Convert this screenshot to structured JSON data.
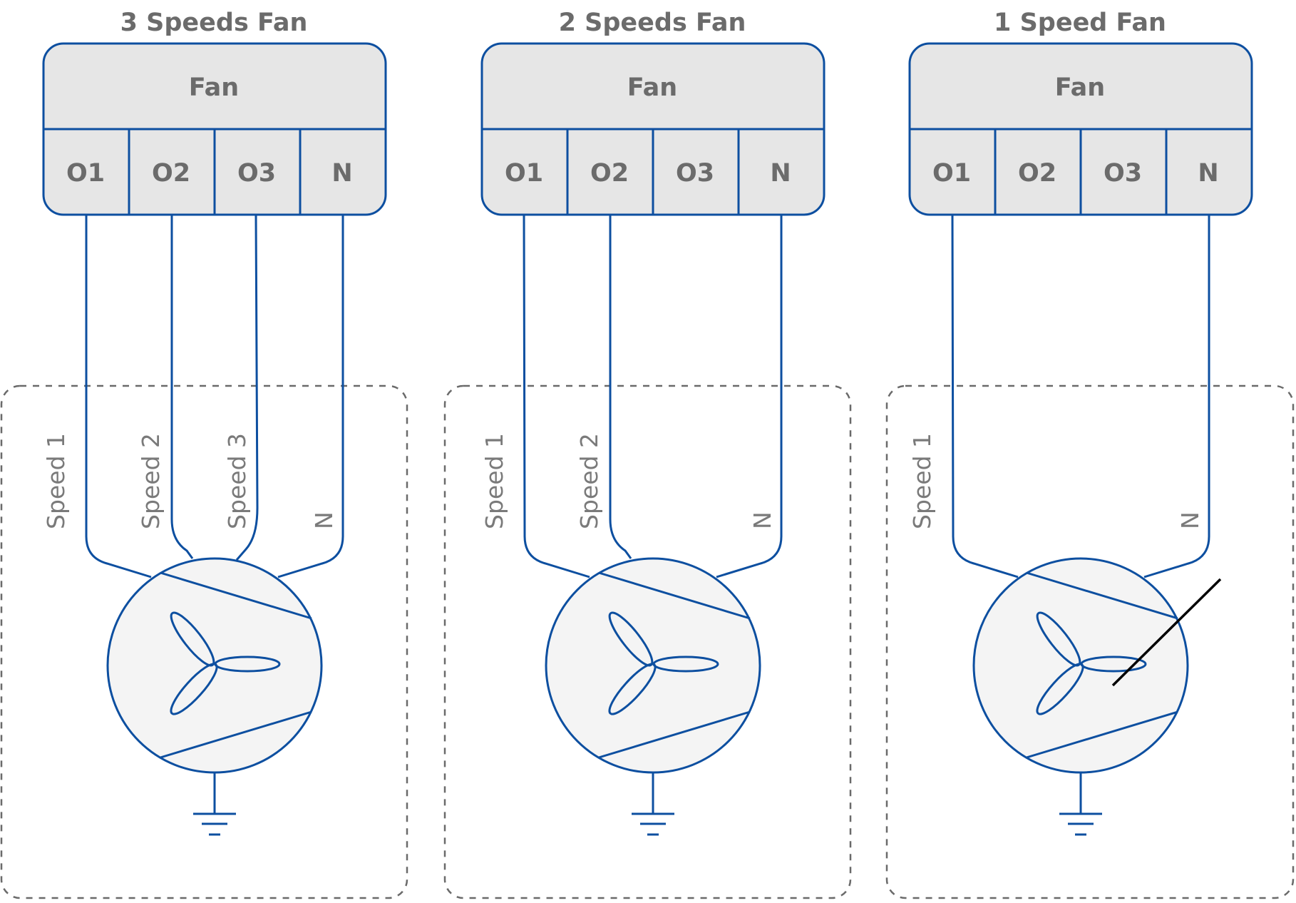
{
  "diagrams": [
    {
      "title": "3 Speeds Fan",
      "box_label": "Fan",
      "terminals": [
        "O1",
        "O2",
        "O3",
        "N"
      ],
      "wire_labels": [
        "Speed 1",
        "Speed 2",
        "Speed 3",
        "N"
      ]
    },
    {
      "title": "2 Speeds Fan",
      "box_label": "Fan",
      "terminals": [
        "O1",
        "O2",
        "O3",
        "N"
      ],
      "wire_labels": [
        "Speed 1",
        "Speed 2",
        "N"
      ]
    },
    {
      "title": "1 Speed Fan",
      "box_label": "Fan",
      "terminals": [
        "O1",
        "O2",
        "O3",
        "N"
      ],
      "wire_labels": [
        "Speed 1",
        "N"
      ]
    }
  ],
  "colors": {
    "wire": "#0d4fa0",
    "panel_fill": "#e6e6e6",
    "motor_fill": "#f4f4f4",
    "text": "#6b6b6b",
    "dashed_border": "#6a6a6a",
    "strike": "#000000"
  }
}
